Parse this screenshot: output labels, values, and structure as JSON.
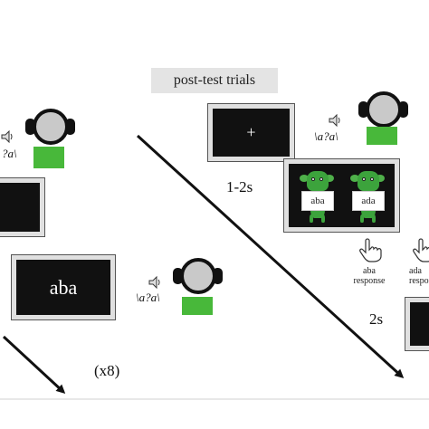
{
  "header_badge": "post-test trials",
  "left_section": {
    "ipa_top": "?a\\",
    "word": "aba",
    "ipa_bottom": "\\a?a\\",
    "repeat": "(x8)"
  },
  "right_section": {
    "fixation": "+",
    "ipa": "\\a?a\\",
    "delay1": "1-2s",
    "card_left": "aba",
    "card_right": "ada",
    "response_left": "aba\nresponse",
    "response_right_line1": "ada",
    "response_right_line2": "response",
    "delay2": "2s"
  },
  "icons": [
    "speaker-icon",
    "headphones-icon",
    "hand-pointer-icon",
    "alien-icon",
    "arrow-icon"
  ]
}
